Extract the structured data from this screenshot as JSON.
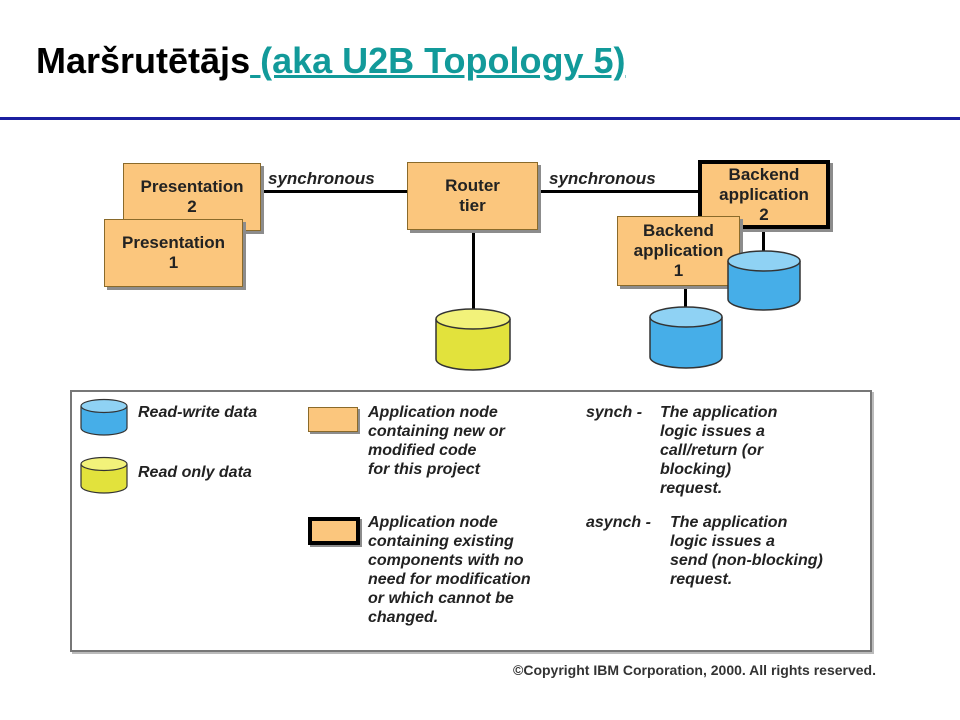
{
  "title": {
    "main": "Maršrutētājs",
    "link": " (aka U2B Topology 5)"
  },
  "diagram": {
    "nodes": {
      "presentation_2": "Presentation\n2",
      "presentation_1": "Presentation\n1",
      "router_tier": "Router\ntier",
      "backend_app_2": "Backend\napplication\n2",
      "backend_app_1": "Backend\napplication\n1"
    },
    "connections": {
      "left": "synchronous",
      "right": "synchronous"
    },
    "colors": {
      "application_node": "#fbc67d",
      "read_write_data": "#46aee8",
      "read_only_data": "#e2e23c"
    }
  },
  "legend": {
    "read_write": "Read-write data",
    "read_only": "Read only data",
    "new_node": "Application node\ncontaining new or\nmodified code\nfor this project",
    "existing_node": "Application node\ncontaining existing\ncomponents with no\nneed for modification\nor which cannot be\nchanged.",
    "synch_term": "synch -",
    "synch_desc": "The application\nlogic issues a\ncall/return (or\nblocking)\nrequest.",
    "asynch_term": "asynch -",
    "asynch_desc": "The application\nlogic issues a\nsend (non-blocking)\nrequest."
  },
  "copyright": "©Copyright IBM Corporation, 2000. All rights reserved."
}
